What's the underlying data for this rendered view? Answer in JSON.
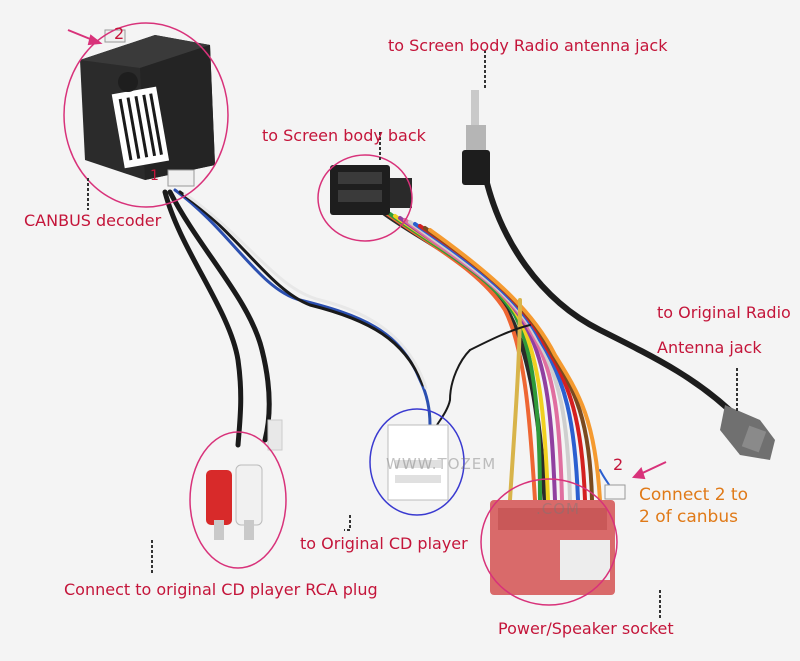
{
  "labels": {
    "antenna_jack": "to Screen body Radio antenna jack",
    "screen_back": "to Screen body back",
    "canbus_decoder": "CANBUS decoder",
    "orig_radio_line1": "to Original Radio",
    "orig_radio_line2": "Antenna jack",
    "cd_player": "to Original CD player",
    "rca_plug": "Connect to original CD player RCA plug",
    "power_socket": "Power/Speaker socket",
    "connect_line1": "Connect 2 to",
    "connect_line2": "2 of canbus"
  },
  "markers": {
    "decoder_pin": "2",
    "decoder_pin_bottom": "1",
    "socket_pin": "2"
  },
  "watermark": "WWW.TOZEM",
  "watermark_tail": ".COM",
  "colors": {
    "label_red": "#c4153a",
    "label_orange": "#e07a18",
    "circle_pink": "#d8327a",
    "circle_blue": "#3a3ad0",
    "connector_red": "#d96a6a"
  }
}
